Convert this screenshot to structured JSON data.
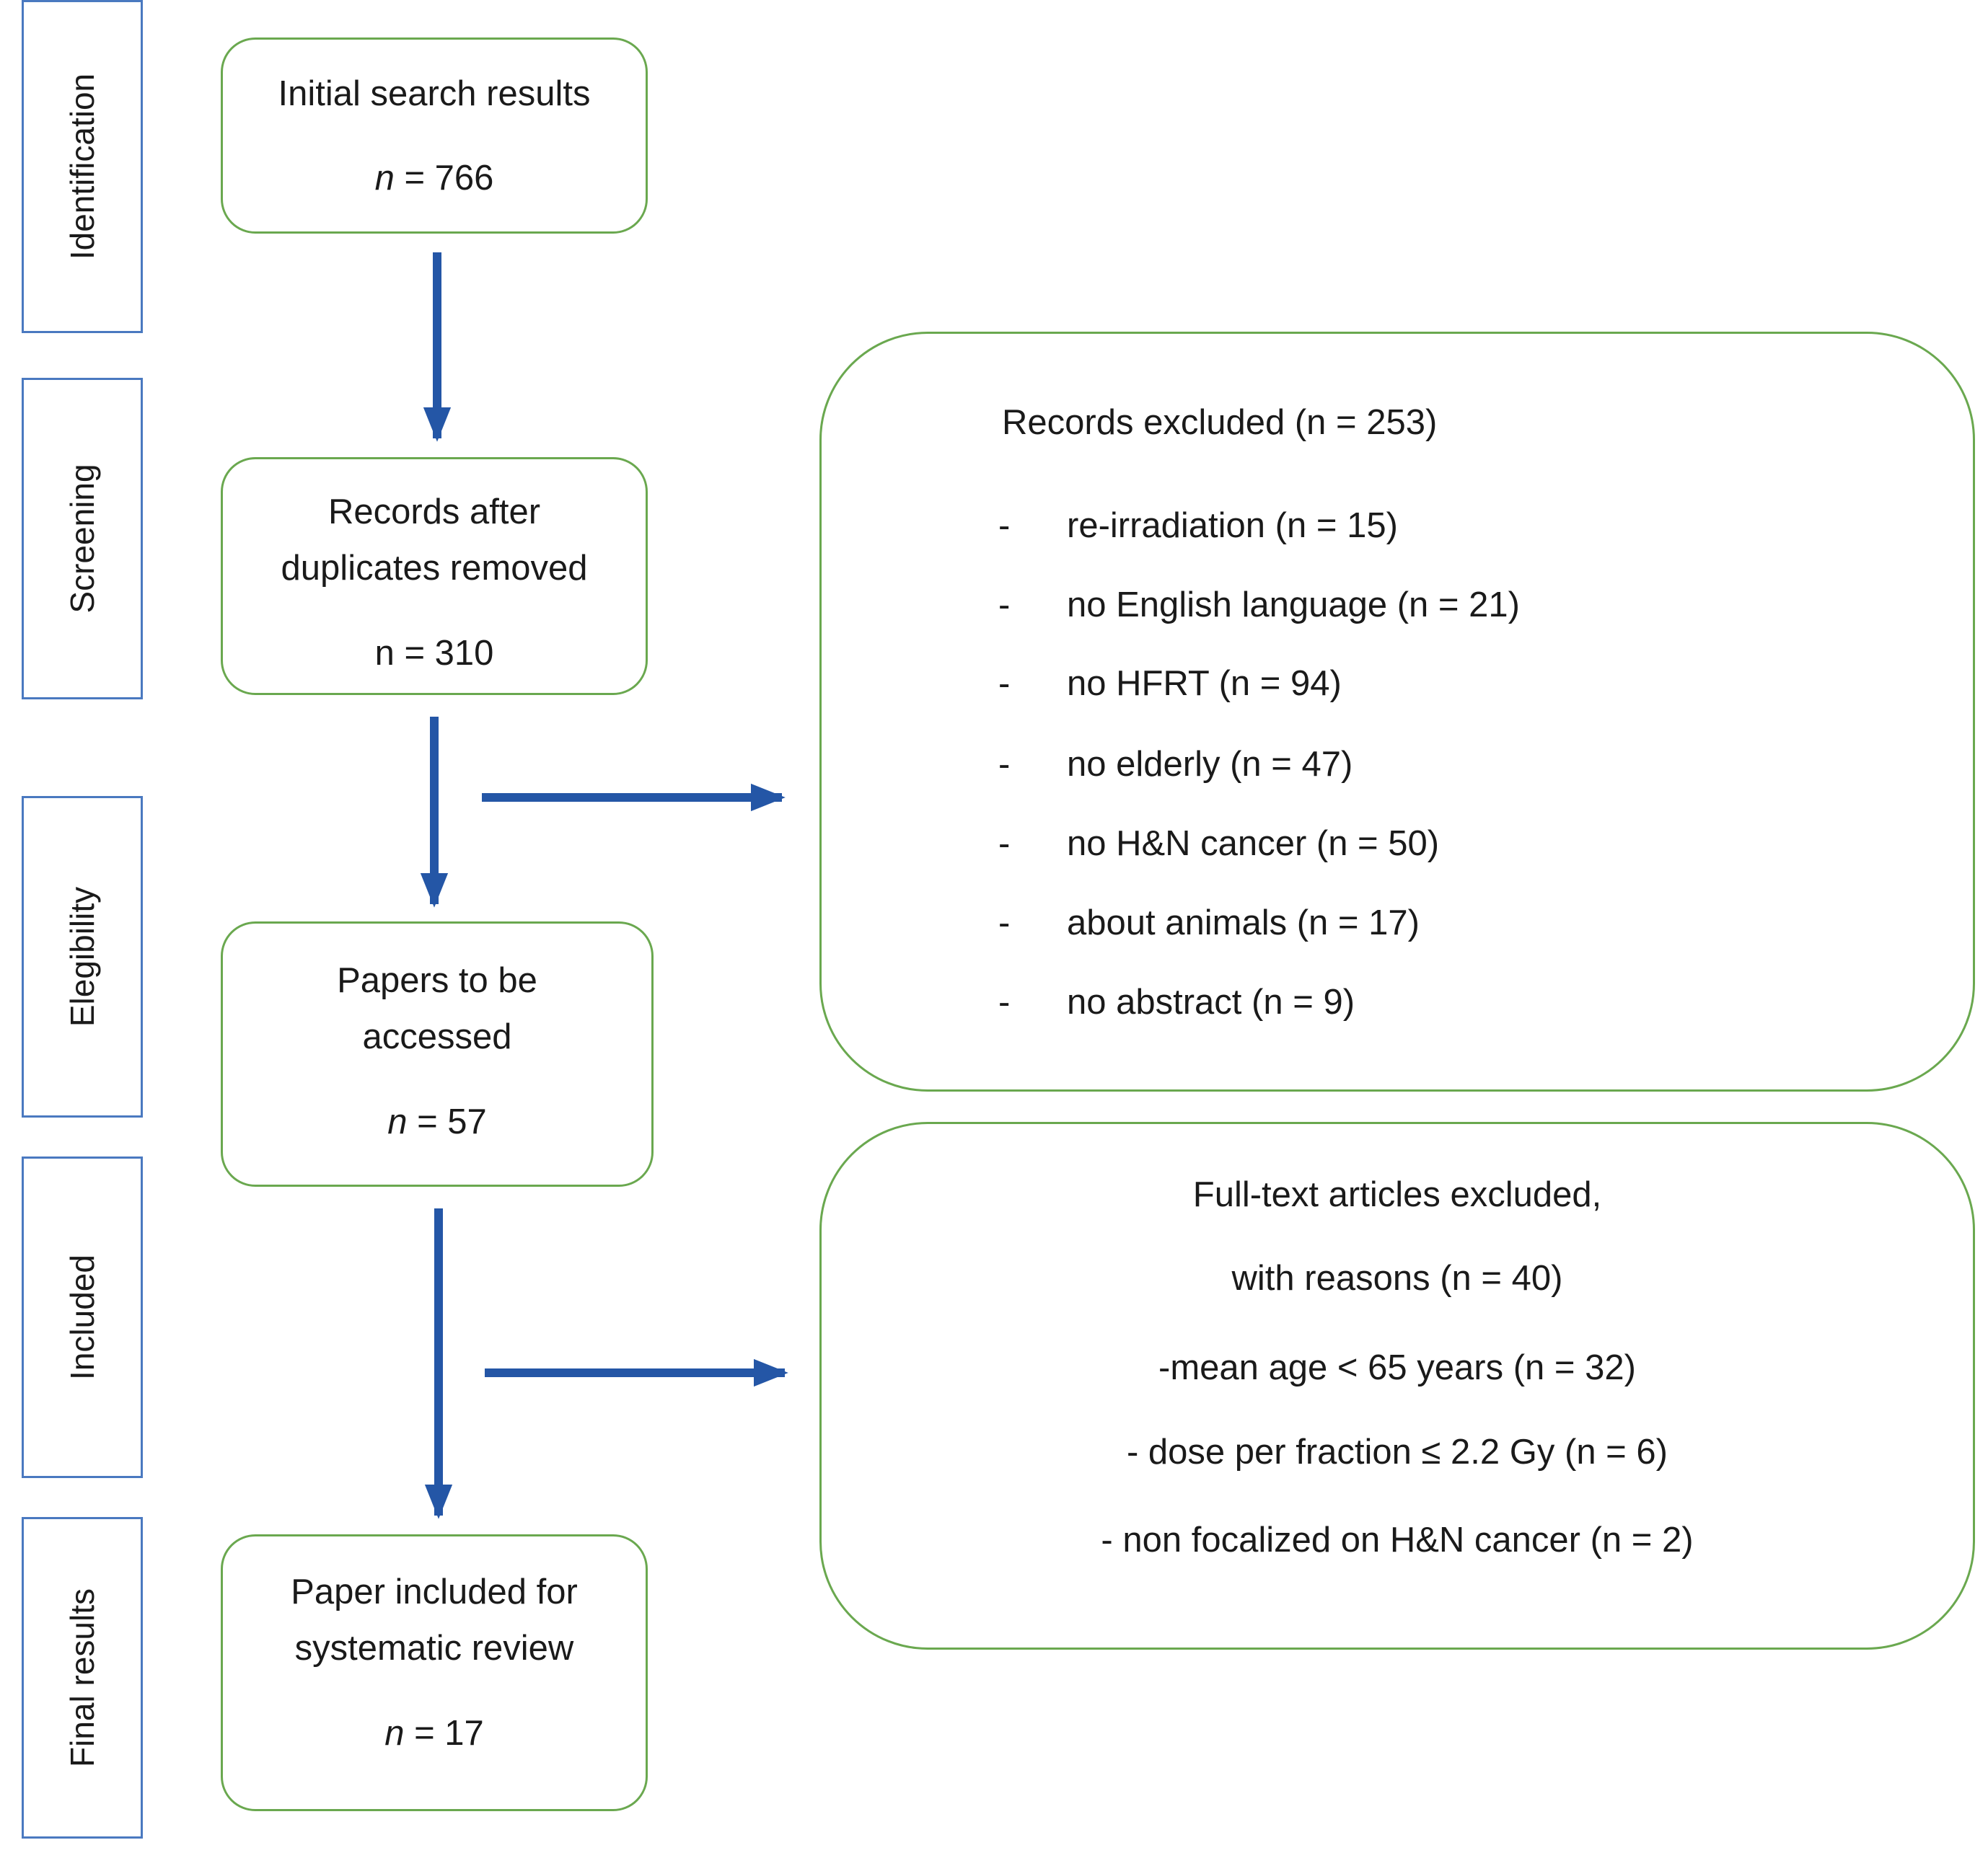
{
  "stages": [
    {
      "label": "Identification"
    },
    {
      "label": "Screening"
    },
    {
      "label": "Elegibility"
    },
    {
      "label": "Included"
    },
    {
      "label": "Final results"
    }
  ],
  "boxes": {
    "identification": {
      "lines": [
        "Initial search results"
      ],
      "n_symbol": "n",
      "n_value": " = 766"
    },
    "screening": {
      "lines": [
        "Records after",
        "duplicates removed"
      ],
      "n_symbol": "n",
      "n_value": " = 310"
    },
    "eligibility": {
      "lines": [
        "Papers to be",
        "accessed"
      ],
      "n_symbol": "n",
      "n_value": " = 57"
    },
    "final": {
      "lines": [
        "Paper included for",
        "systematic review"
      ],
      "n_symbol": "n",
      "n_value": " = 17"
    }
  },
  "records_excluded": {
    "heading": "Records excluded (n = 253)",
    "items": [
      "re-irradiation (n = 15)",
      "no English language (n = 21)",
      "no HFRT (n = 94)",
      "no elderly (n = 47)",
      "no H&N cancer (n = 50)",
      "about animals (n = 17)",
      "no abstract (n = 9)"
    ]
  },
  "fulltext_excluded": {
    "lines": [
      "Full-text articles excluded,",
      "with reasons (n = 40)",
      "-mean age < 65 years (n = 32)",
      "- dose per fraction ≤ 2.2 Gy (n = 6)",
      "- non focalized on H&N cancer (n = 2)"
    ]
  },
  "colors": {
    "stage_border": "#4a79c0",
    "box_border": "#6aa84f",
    "arrow": "#2456a6"
  }
}
